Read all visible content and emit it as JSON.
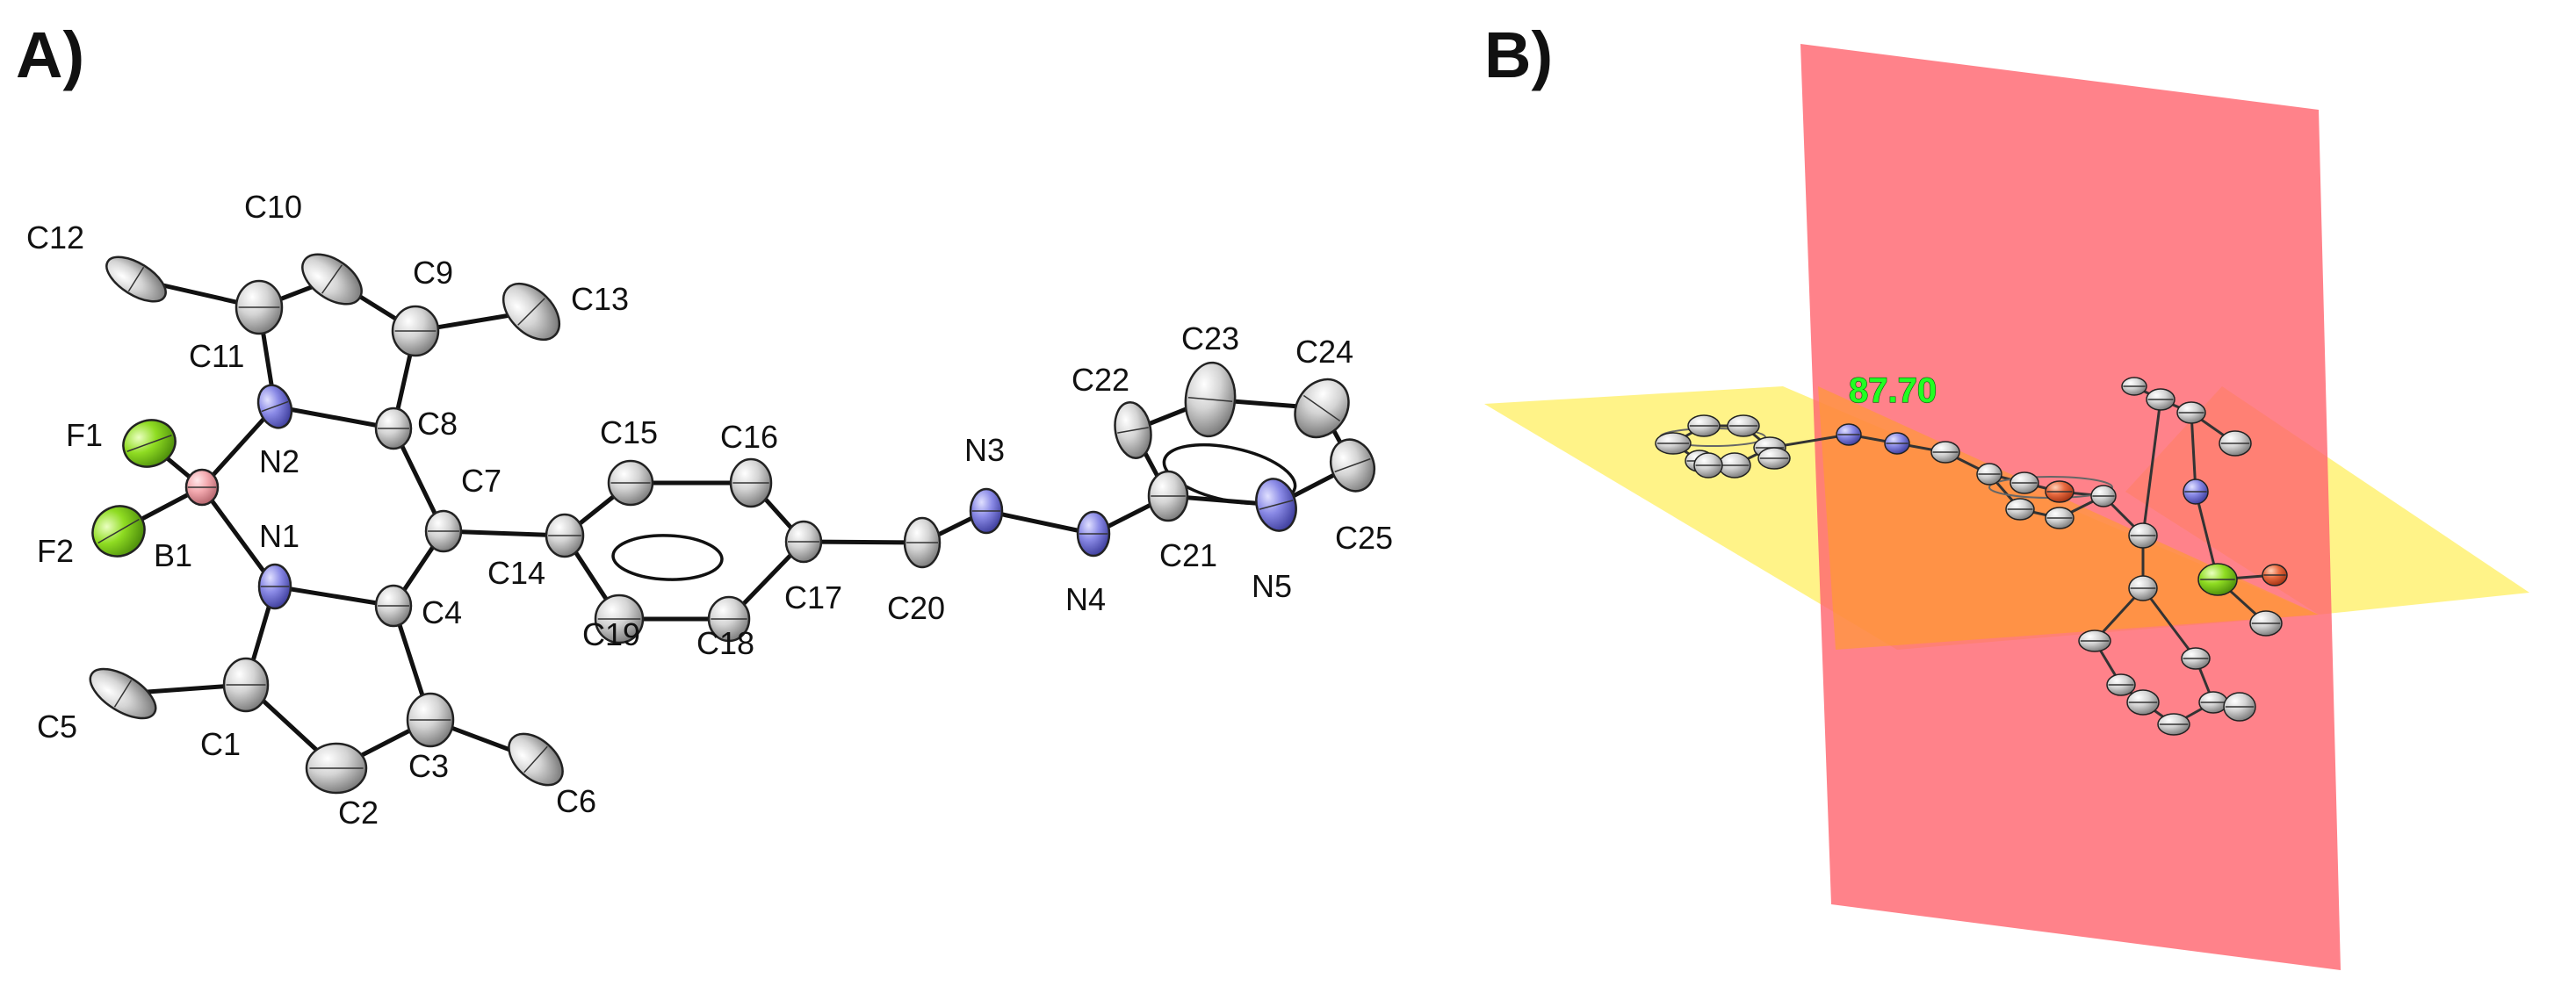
{
  "panels": {
    "a": {
      "label": "A)"
    },
    "b": {
      "label": "B)",
      "dihedral_angle": "87.70"
    }
  },
  "atom_labels": [
    "C12",
    "C10",
    "C9",
    "C13",
    "C11",
    "F1",
    "N2",
    "C8",
    "C7",
    "F2",
    "B1",
    "N1",
    "C4",
    "C5",
    "C1",
    "C2",
    "C3",
    "C6",
    "C15",
    "C16",
    "C14",
    "C19",
    "C18",
    "C17",
    "C20",
    "N3",
    "N4",
    "C21",
    "C22",
    "C23",
    "C24",
    "N5",
    "C25"
  ],
  "colors": {
    "carbon": "#c8c8c8",
    "nitrogen": "#8080e0",
    "boron": "#f0a0a8",
    "fluorine": "#88dd22",
    "oxygen_like": "#e06040",
    "plane_red": "#ff6670",
    "plane_yellow": "#ffee55"
  }
}
